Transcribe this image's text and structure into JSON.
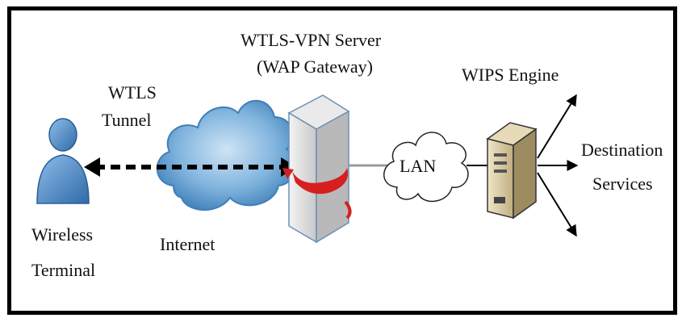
{
  "labels": {
    "server_line1": "WTLS-VPN Server",
    "server_line2": "(WAP Gateway)",
    "wips": "WIPS Engine",
    "tunnel_line1": "WTLS",
    "tunnel_line2": "Tunnel",
    "lan": "LAN",
    "destination_line1": "Destination",
    "destination_line2": "Services",
    "wireless_line1": "Wireless",
    "wireless_line2": "Terminal",
    "internet": "Internet"
  },
  "colors": {
    "frame": "#000000",
    "user_blue": "#4a86c8",
    "cloud_blue": "#7fb3dd",
    "server_gray": "#d8d8d8",
    "tunnel_red": "#d62020",
    "engine_tan": "#d8c9a0"
  },
  "icons": {
    "user": "user-icon",
    "internet": "cloud-icon",
    "server": "server-icon",
    "lan": "lan-cloud-icon",
    "wips": "tower-server-icon"
  }
}
